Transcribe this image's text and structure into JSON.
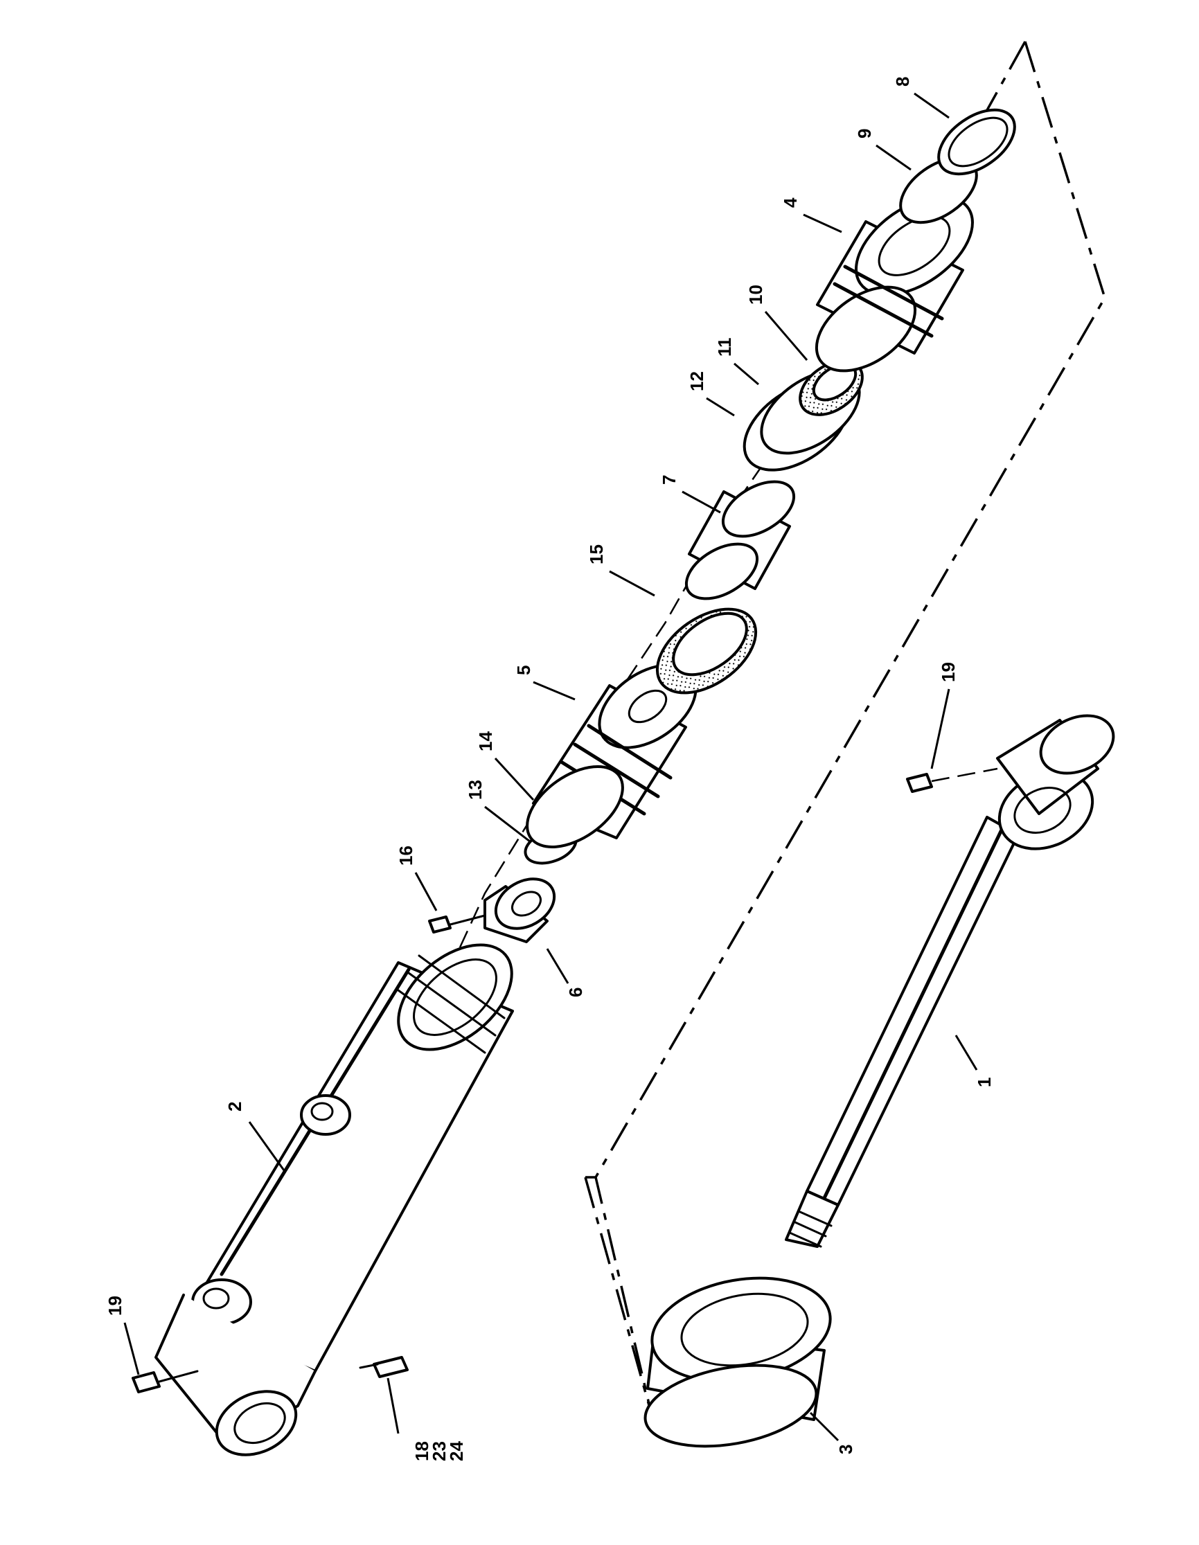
{
  "callouts": [
    {
      "id": "1",
      "text": "1"
    },
    {
      "id": "2",
      "text": "2"
    },
    {
      "id": "3",
      "text": "3"
    },
    {
      "id": "4",
      "text": "4"
    },
    {
      "id": "5",
      "text": "5"
    },
    {
      "id": "6",
      "text": "6"
    },
    {
      "id": "7",
      "text": "7"
    },
    {
      "id": "8",
      "text": "8"
    },
    {
      "id": "9",
      "text": "9"
    },
    {
      "id": "10",
      "text": "10"
    },
    {
      "id": "11",
      "text": "11"
    },
    {
      "id": "12",
      "text": "12"
    },
    {
      "id": "13",
      "text": "13"
    },
    {
      "id": "14",
      "text": "14"
    },
    {
      "id": "15",
      "text": "15"
    },
    {
      "id": "16",
      "text": "16"
    },
    {
      "id": "19a",
      "text": "19"
    },
    {
      "id": "19b",
      "text": "19"
    },
    {
      "id": "18",
      "text": "18"
    },
    {
      "id": "23",
      "text": "23"
    },
    {
      "id": "24",
      "text": "24"
    }
  ]
}
